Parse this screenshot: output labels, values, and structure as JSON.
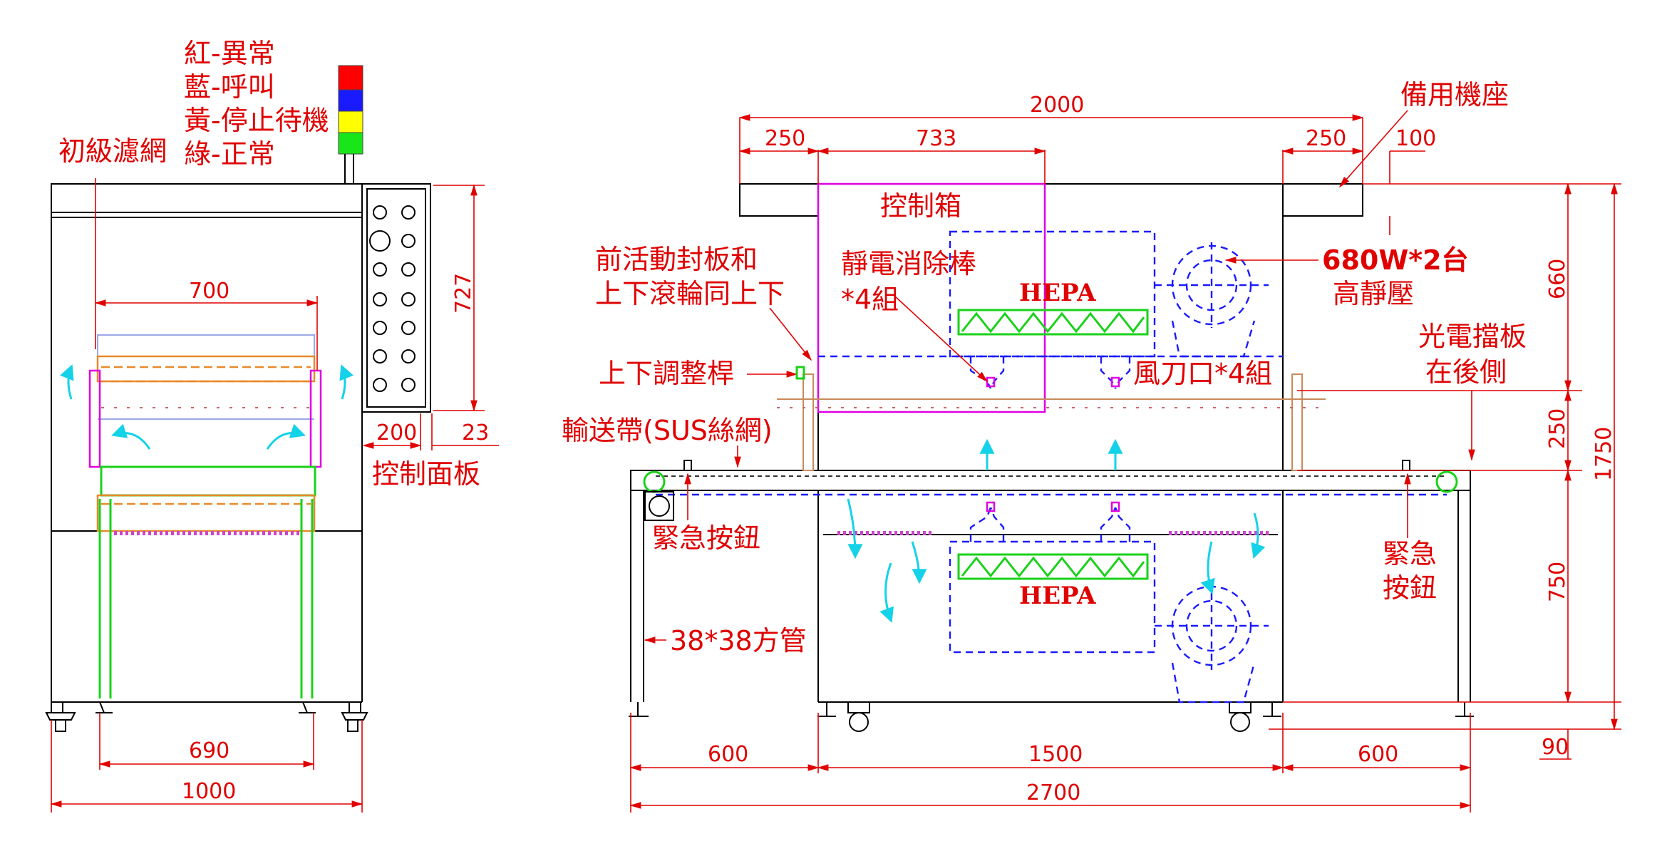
{
  "legend": {
    "items": [
      {
        "label": "紅-異常",
        "color": "#ff0000"
      },
      {
        "label": "藍-呼叫",
        "color": "#1a1aff"
      },
      {
        "label": "黃-停止待機",
        "color": "#ffff00"
      },
      {
        "label": "綠-正常",
        "color": "#19e619"
      }
    ]
  },
  "side_view": {
    "filter_label": "初級濾網",
    "panel_label": "控制面板",
    "dims": {
      "d700": "700",
      "d727": "727",
      "d200": "200",
      "d23": "23",
      "d690": "690",
      "d1000": "1000"
    }
  },
  "front_view": {
    "labels": {
      "control_box": "控制箱",
      "spare_base": "備用機座",
      "front_panel_1": "前活動封板和",
      "front_panel_2": "上下滾輪同上下",
      "static_bar_1": "靜電消除棒",
      "static_bar_2": "*4組",
      "fan_1": "680W*2台",
      "fan_2": "高靜壓",
      "hepa_top": "HEPA",
      "hepa_bottom": "HEPA",
      "adjust_rod": "上下調整桿",
      "air_knife": "風刀口*4組",
      "photo_1": "光電擋板",
      "photo_2": "在後側",
      "conveyor": "輸送帶(SUS絲網)",
      "estop_left": "緊急按鈕",
      "estop_right_1": "緊急",
      "estop_right_2": "按鈕",
      "tube": "38*38方管"
    },
    "dims": {
      "d2000": "2000",
      "d250a": "250",
      "d733": "733",
      "d250b": "250",
      "d100": "100",
      "d660": "660",
      "d250v": "250",
      "d750": "750",
      "d1750": "1750",
      "d90": "90",
      "d600a": "600",
      "d1500": "1500",
      "d600b": "600",
      "d2700": "2700"
    }
  }
}
